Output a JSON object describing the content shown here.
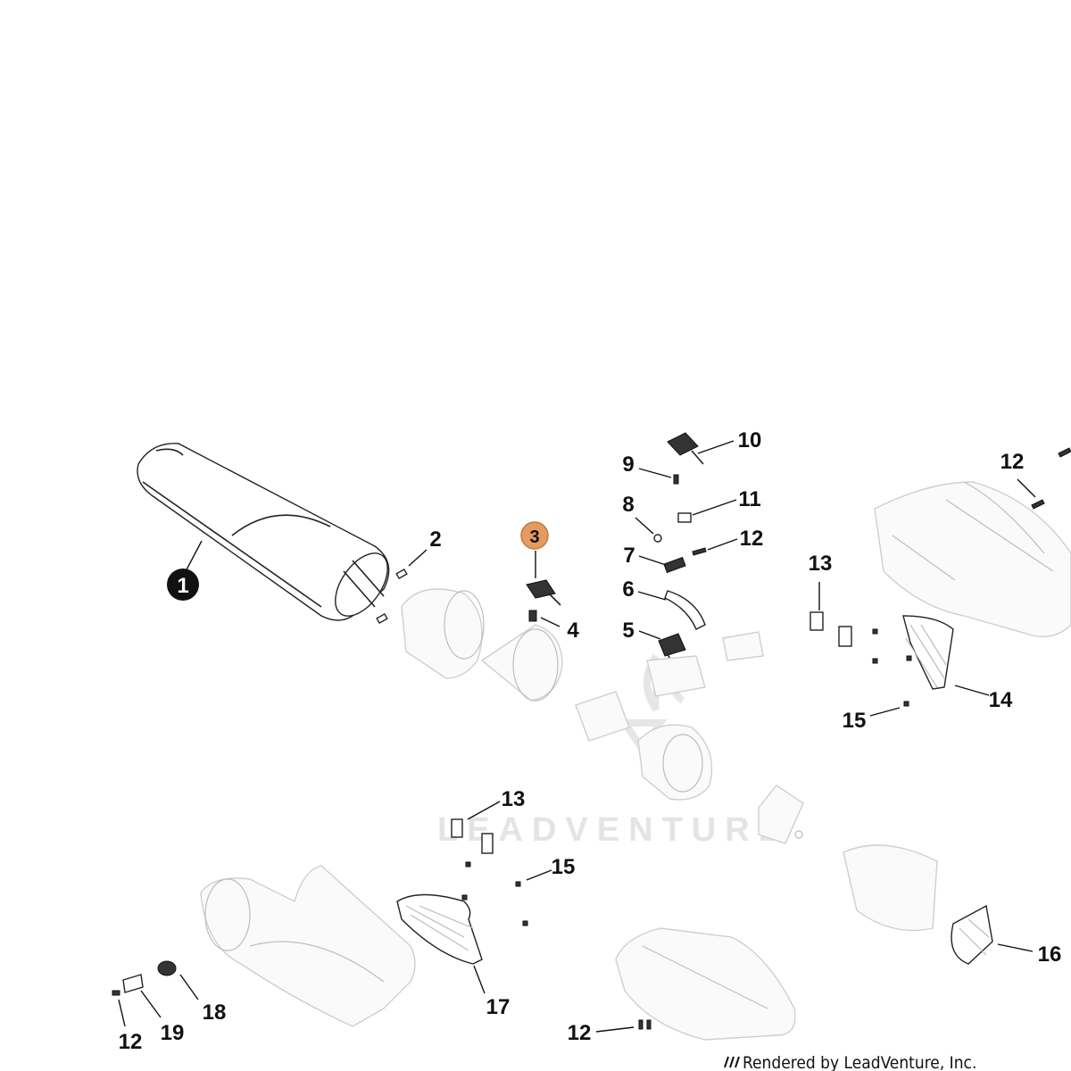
{
  "diagram": {
    "watermark": "LEADVENTURE",
    "credit": "Rendered by LeadVenture, Inc.",
    "accent_color": "#e39b5f",
    "highlight_dark": "#111111",
    "callouts": [
      {
        "id": "c1",
        "label": "1",
        "style": "dark"
      },
      {
        "id": "c2",
        "label": "2"
      },
      {
        "id": "c3",
        "label": "3",
        "style": "highlight"
      },
      {
        "id": "c4",
        "label": "4"
      },
      {
        "id": "c5",
        "label": "5"
      },
      {
        "id": "c6",
        "label": "6"
      },
      {
        "id": "c7",
        "label": "7"
      },
      {
        "id": "c8",
        "label": "8"
      },
      {
        "id": "c9",
        "label": "9"
      },
      {
        "id": "c10",
        "label": "10"
      },
      {
        "id": "c11",
        "label": "11"
      },
      {
        "id": "c12a",
        "label": "12"
      },
      {
        "id": "c12b",
        "label": "12"
      },
      {
        "id": "c12c",
        "label": "12"
      },
      {
        "id": "c12d",
        "label": "12"
      },
      {
        "id": "c13a",
        "label": "13"
      },
      {
        "id": "c13b",
        "label": "13"
      },
      {
        "id": "c14",
        "label": "14"
      },
      {
        "id": "c15a",
        "label": "15"
      },
      {
        "id": "c15b",
        "label": "15"
      },
      {
        "id": "c16",
        "label": "16"
      },
      {
        "id": "c17",
        "label": "17"
      },
      {
        "id": "c18",
        "label": "18"
      },
      {
        "id": "c19",
        "label": "19"
      }
    ]
  }
}
